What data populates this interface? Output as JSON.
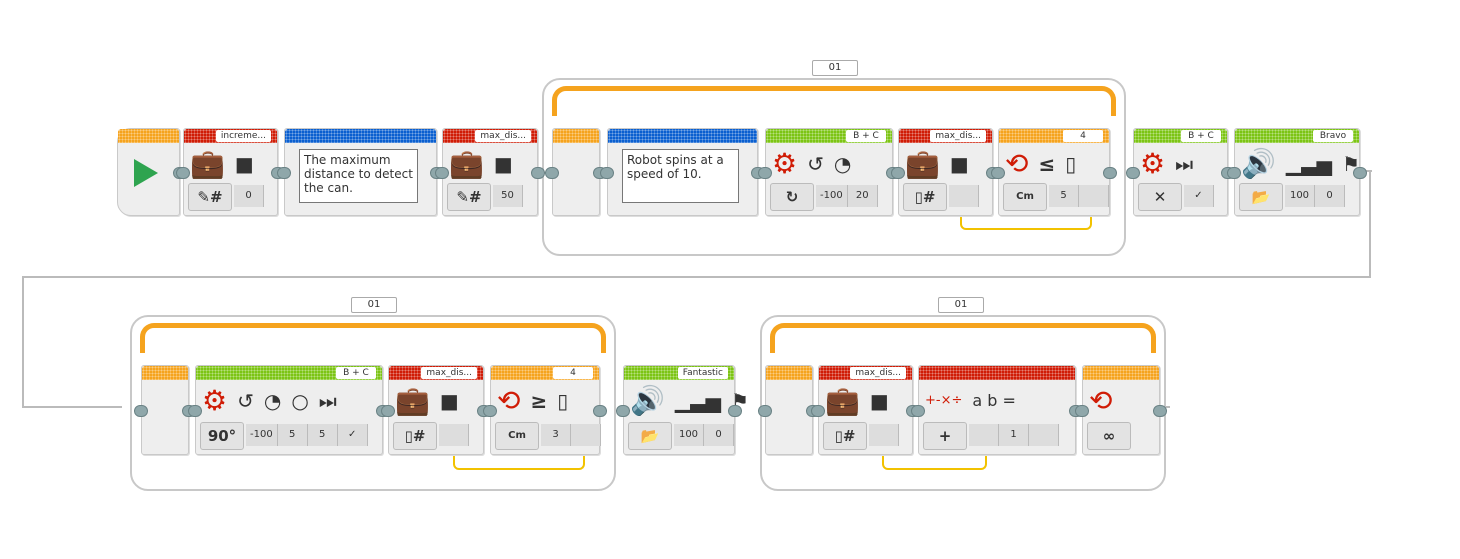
{
  "colors": {
    "red": "#d01c06",
    "blue": "#0a5fd0",
    "green": "#7cc414",
    "orange": "#f5a31e"
  },
  "loops": [
    {
      "label": "01"
    },
    {
      "label": "01"
    },
    {
      "label": "01"
    }
  ],
  "blocks": [
    {
      "type": "start",
      "color": "orange",
      "icons": [
        "play-icon"
      ]
    },
    {
      "type": "variable-write",
      "color": "red",
      "label": "increme...",
      "mode": "✎#",
      "values": [
        "0"
      ]
    },
    {
      "type": "comment",
      "color": "blue",
      "text": "The maximum distance to detect the can."
    },
    {
      "type": "variable-write",
      "color": "red",
      "label": "max_dis...",
      "mode": "✎#",
      "values": [
        "50"
      ]
    },
    {
      "type": "loop-start",
      "color": "orange"
    },
    {
      "type": "comment",
      "color": "blue",
      "text": "Robot spins at a speed of 10."
    },
    {
      "type": "move-steering",
      "color": "green",
      "label": "B + C",
      "mode": "↻",
      "values": [
        "-100",
        "20"
      ]
    },
    {
      "type": "variable-read",
      "color": "red",
      "label": "max_dis...",
      "mode": "▯#",
      "values": [
        ""
      ]
    },
    {
      "type": "loop-condition",
      "color": "orange",
      "label": "4",
      "compare": "≤",
      "mode": "Cm",
      "values": [
        "5",
        ""
      ]
    },
    {
      "type": "move-steering-off",
      "color": "green",
      "label": "B + C",
      "mode": "✕",
      "values": [
        "✓"
      ]
    },
    {
      "type": "sound",
      "color": "green",
      "label": "Bravo",
      "mode": "📂",
      "values": [
        "100",
        "0"
      ]
    },
    {
      "type": "loop-start",
      "color": "orange"
    },
    {
      "type": "move-steering-degrees",
      "color": "green",
      "label": "B + C",
      "mode": "90°",
      "values": [
        "-100",
        "5",
        "5",
        "✓"
      ]
    },
    {
      "type": "variable-read",
      "color": "red",
      "label": "max_dis...",
      "mode": "▯#",
      "values": [
        ""
      ]
    },
    {
      "type": "loop-condition",
      "color": "orange",
      "label": "4",
      "compare": "≥",
      "mode": "Cm",
      "values": [
        "3",
        ""
      ]
    },
    {
      "type": "sound",
      "color": "green",
      "label": "Fantastic",
      "mode": "📂",
      "values": [
        "100",
        "0"
      ]
    },
    {
      "type": "loop-start",
      "color": "orange"
    },
    {
      "type": "variable-read",
      "color": "red",
      "label": "max_dis...",
      "mode": "▯#",
      "values": [
        ""
      ]
    },
    {
      "type": "math",
      "color": "red",
      "text": "a   b   =",
      "mode": "+",
      "values": [
        "",
        "1",
        ""
      ]
    },
    {
      "type": "loop-end",
      "color": "orange",
      "mode": "∞"
    }
  ]
}
